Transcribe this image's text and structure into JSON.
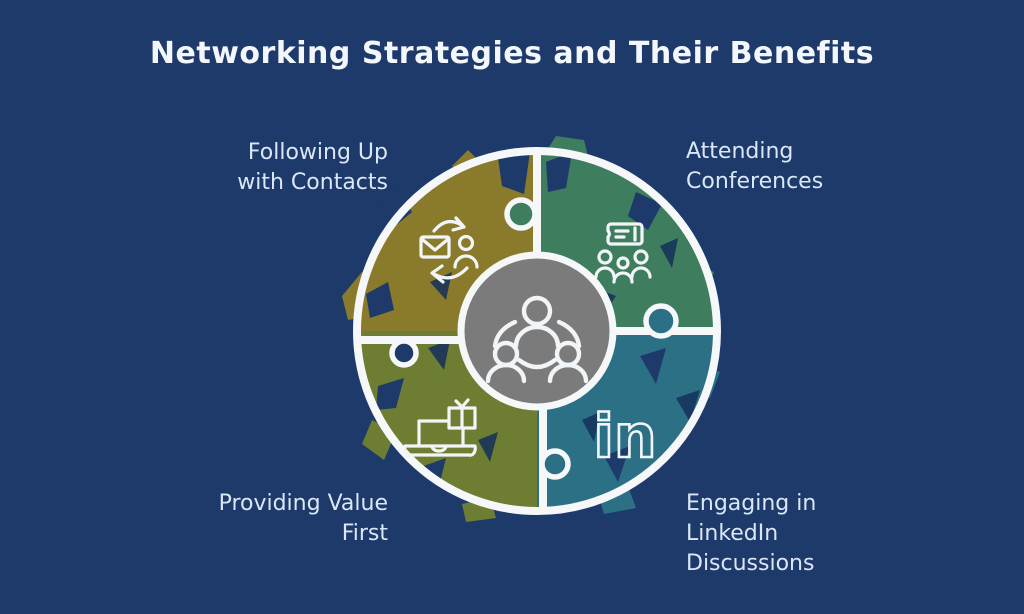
{
  "title": "Networking Strategies and Their Benefits",
  "background_color": "#1d3a6b",
  "diagram": {
    "type": "puzzle-circle",
    "outline_color": "#f5f7f9",
    "center": {
      "icon": "people-network-icon",
      "color": "#7b7b7b"
    },
    "segments": [
      {
        "position": "top-left",
        "label": "Following Up with Contacts",
        "label_lines": [
          "Following Up",
          "with Contacts"
        ],
        "icon": "email-person-sync-icon",
        "color": "#8a7a2b"
      },
      {
        "position": "top-right",
        "label": "Attending Conferences",
        "label_lines": [
          "Attending",
          "Conferences"
        ],
        "icon": "ticket-audience-icon",
        "color": "#3e7d5e"
      },
      {
        "position": "bottom-left",
        "label": "Providing Value First",
        "label_lines": [
          "Providing Value",
          "First"
        ],
        "icon": "laptop-gift-icon",
        "color": "#6d7e33"
      },
      {
        "position": "bottom-right",
        "label": "Engaging in LinkedIn Discussions",
        "label_lines": [
          "Engaging in",
          "LinkedIn",
          "Discussions"
        ],
        "icon": "linkedin-icon",
        "color": "#2c7086"
      }
    ],
    "linkedin_glyph": "in"
  }
}
